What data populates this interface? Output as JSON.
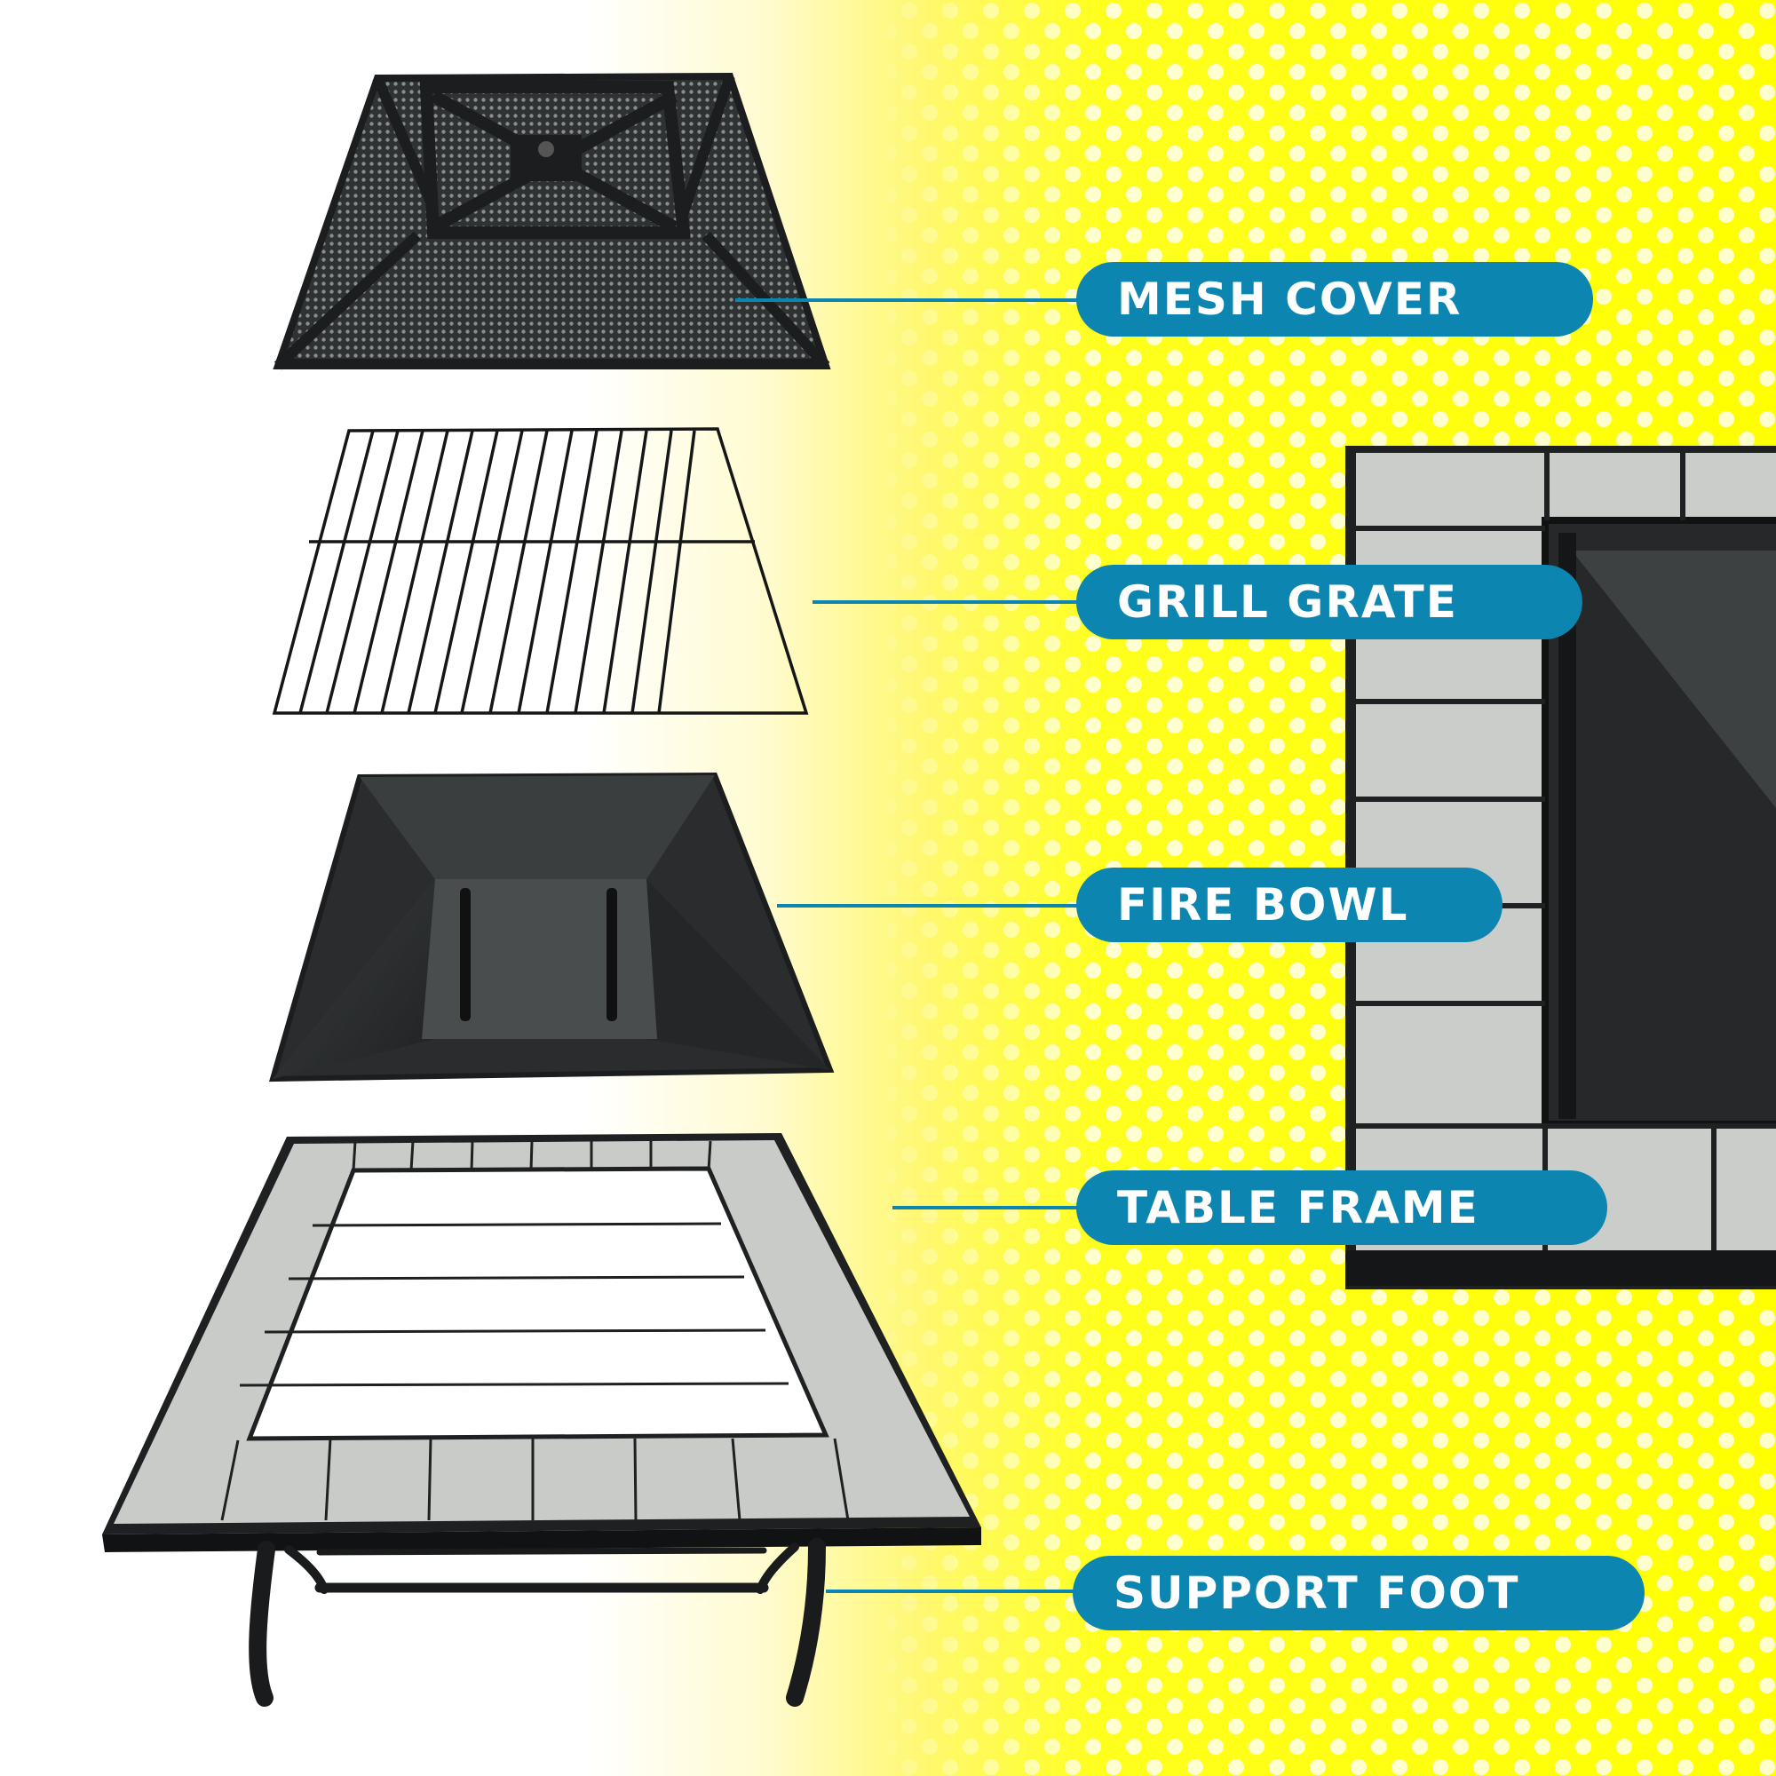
{
  "colors": {
    "accent": "#0c86b0",
    "background_yellow": "#ffff00",
    "metal": "#2b2d2e",
    "tile": "#c9cbc9"
  },
  "labels": {
    "mesh_cover": "MESH COVER",
    "grill_grate": "GRILL GRATE",
    "fire_bowl": "FIRE BOWL",
    "table_frame": "TABLE FRAME",
    "support_foot": "SUPPORT FOOT"
  }
}
